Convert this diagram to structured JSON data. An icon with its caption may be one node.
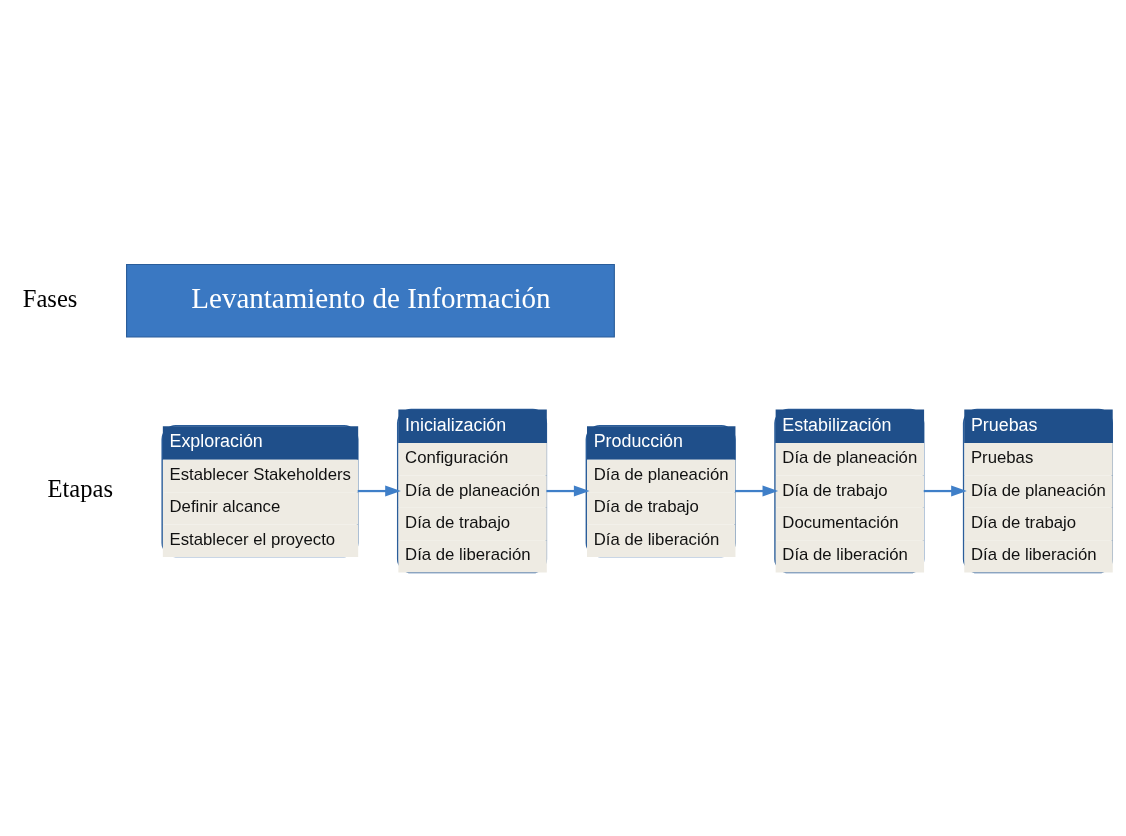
{
  "diagram": {
    "nodes": [
      {
        "text": [
          "Levantamiento de Información"
        ]
      },
      {
        "text": [
          "Exploración",
          "Establecer Stakeholders",
          "Definir alcance",
          "Establecer el proyecto"
        ]
      },
      {
        "text": [
          "Inicialización",
          "Configuración",
          "Día de planeación",
          "Día de trabajo",
          "Día de liberación"
        ]
      },
      {
        "text": [
          "Producción",
          "Día de planeación",
          "Día de trabajo",
          "Día de liberación"
        ]
      },
      {
        "text": [
          "Estabilización",
          "Día de planeación",
          "Día de trabajo",
          "Documentación",
          "Día de liberación"
        ]
      },
      {
        "text": [
          "Pruebas",
          "Pruebas",
          "Día de planeación",
          "Día de trabajo",
          "Día de liberación"
        ]
      }
    ],
    "edges": [
      {
        "from": 1,
        "to": 2,
        "arrow": "to"
      },
      {
        "from": 2,
        "to": 3,
        "arrow": "to"
      },
      {
        "from": 3,
        "to": 4,
        "arrow": "to"
      },
      {
        "from": 4,
        "to": 5,
        "arrow": "to"
      }
    ],
    "labels": [
      "Fases",
      "Etapas"
    ]
  }
}
